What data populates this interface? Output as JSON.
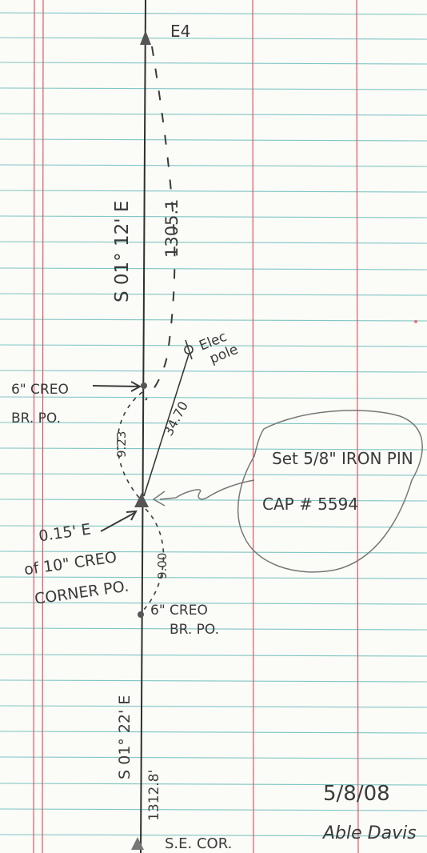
{
  "labels": {
    "top_point": "E4",
    "bearing_top": "S 01° 12' E",
    "distance_top": "1305.1",
    "elec_pole_line1": "Elec",
    "elec_pole_line2": "pole",
    "dist_to_pole": "34.70",
    "bp_upper_line1": "6\" CREO",
    "bp_upper_line2": "BR. PO.",
    "dist_upper_bp": "9.23",
    "set_pin_line1": "Set 5/8\" IRON PIN",
    "set_pin_line2": "CAP # 5594",
    "offset_line1": "0.15' E",
    "offset_line2": "of 10\" CREO",
    "offset_line3": "CORNER PO.",
    "dist_lower_bp": "9.00",
    "bp_lower_line1": "6\" CREO",
    "bp_lower_line2": "BR. PO.",
    "bearing_bottom": "S 01° 22' E",
    "distance_bottom": "1312.8'",
    "date": "5/8/08",
    "signature": "Able Davis",
    "bottom_point": "S.E. COR."
  },
  "colors": {
    "paper": "#fbfbf7",
    "rule_line": "#7fc6c4",
    "margin_line": "#e0475a",
    "ink": "#3a3a3a"
  }
}
